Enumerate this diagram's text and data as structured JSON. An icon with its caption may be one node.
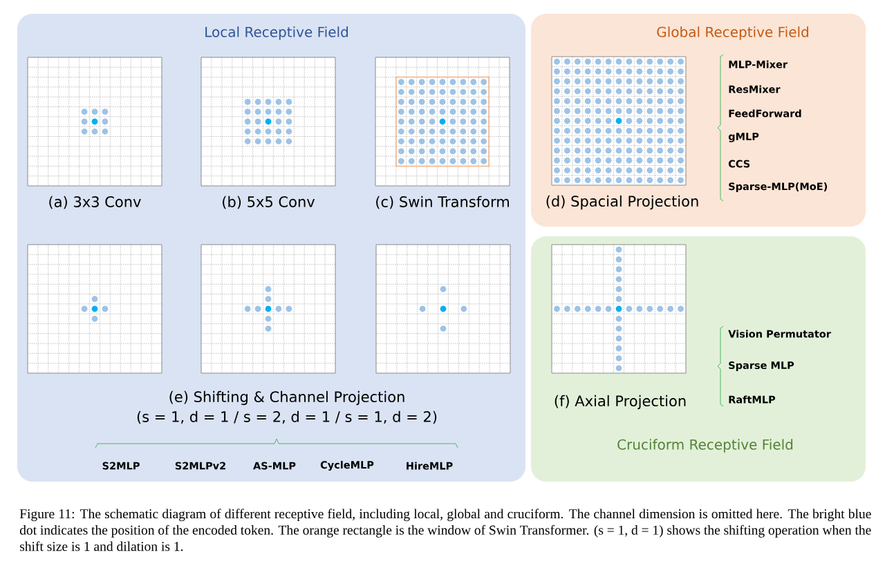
{
  "diagram": {
    "caption": "Figure 11: The schematic diagram of different receptive field, including local, global and cruciform. The channel dimension is omitted here. The bright blue dot indicates the position of the encoded token. The orange rectangle is the window of Swin Transformer. (s = 1, d = 1) shows the shifting operation when the shift size is 1 and dilation is 1.",
    "nodes": [
      {
        "text": [
          "Local Receptive Field"
        ]
      },
      {
        "text": [],
        "shape": "picture",
        "in": 0,
        "beside": [
          "(a) 3x3 Conv"
        ]
      },
      {
        "text": [],
        "shape": "picture",
        "in": 0,
        "beside": [
          "(b) 5x5 Conv"
        ]
      },
      {
        "text": [],
        "shape": "picture",
        "in": 0,
        "beside": [
          "(c) Swin Transform"
        ]
      },
      {
        "text": [],
        "shape": "picture",
        "in": 0
      },
      {
        "text": [],
        "shape": "picture",
        "in": 0
      },
      {
        "text": [],
        "shape": "picture",
        "in": 0
      },
      {
        "text": [
          "Global Receptive Field"
        ]
      },
      {
        "text": [],
        "shape": "picture",
        "in": 7,
        "beside": [
          "(d) Spacial Projection"
        ]
      },
      {
        "text": [
          "Cruciform Receptive Field"
        ]
      },
      {
        "text": [],
        "shape": "picture",
        "in": 9,
        "beside": [
          "(f) Axial Projection"
        ]
      }
    ],
    "labels": [
      "MLP-Mixer",
      "ResMixer",
      "FeedForward",
      "gMLP",
      "CCS",
      "Sparse-MLP(MoE)",
      "(e) Shifting & Channel Projection",
      "(s = 1, d = 1 / s = 2, d = 1 / s = 1, d = 2)",
      "Vision Permutator",
      "Sparse MLP",
      "RaftMLP",
      "S2MLP",
      "S2MLPv2",
      "AS-MLP",
      "CycleMLP",
      "HireMLP"
    ]
  }
}
